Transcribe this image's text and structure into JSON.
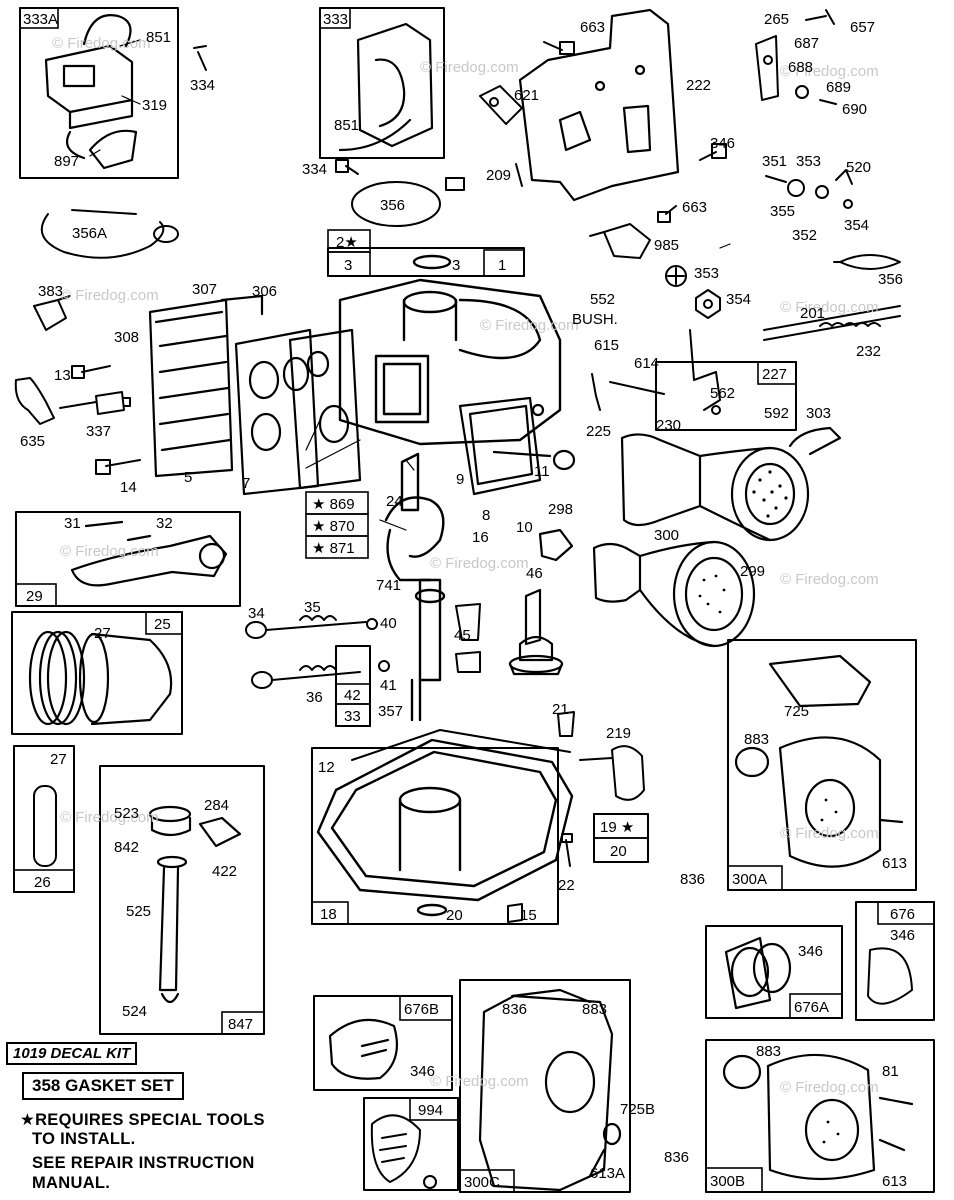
{
  "watermark": "© Firedog.com",
  "boxes": [
    {
      "id": "box-333a",
      "label": "333A"
    },
    {
      "id": "box-333",
      "label": "333"
    },
    {
      "id": "box-1",
      "label": "1"
    },
    {
      "id": "box-2",
      "label": "2★"
    },
    {
      "id": "box-3",
      "label": "3"
    },
    {
      "id": "box-227",
      "label": "227"
    },
    {
      "id": "box-29",
      "label": "29"
    },
    {
      "id": "box-25",
      "label": "25"
    },
    {
      "id": "box-869",
      "label": "★ 869"
    },
    {
      "id": "box-870",
      "label": "★ 870"
    },
    {
      "id": "box-871",
      "label": "★ 871"
    },
    {
      "id": "box-42",
      "label": "42"
    },
    {
      "id": "box-33",
      "label": "33"
    },
    {
      "id": "box-26",
      "label": "26"
    },
    {
      "id": "box-847",
      "label": "847"
    },
    {
      "id": "box-18",
      "label": "18"
    },
    {
      "id": "box-19",
      "label": "19 ★"
    },
    {
      "id": "box-20",
      "label": "20"
    },
    {
      "id": "box-300a",
      "label": "300A"
    },
    {
      "id": "box-676",
      "label": "676"
    },
    {
      "id": "box-676a",
      "label": "676A"
    },
    {
      "id": "box-676b",
      "label": "676B"
    },
    {
      "id": "box-994",
      "label": "994"
    },
    {
      "id": "box-300b",
      "label": "300B"
    },
    {
      "id": "box-300c",
      "label": "300C"
    }
  ],
  "parts": [
    "851",
    "334",
    "319",
    "897",
    "356A",
    "334",
    "851",
    "356",
    "663",
    "621",
    "222",
    "209",
    "265",
    "657",
    "687",
    "688",
    "689",
    "690",
    "346",
    "351",
    "353",
    "520",
    "355",
    "354",
    "352",
    "663",
    "985",
    "356",
    "3",
    "353",
    "354",
    "552",
    "BUSH.",
    "201",
    "232",
    "615",
    "614",
    "562",
    "592",
    "303",
    "225",
    "230",
    "383",
    "307",
    "306",
    "308",
    "13",
    "635",
    "337",
    "14",
    "5",
    "7",
    "9",
    "11",
    "24",
    "8",
    "10",
    "298",
    "16",
    "300",
    "299",
    "31",
    "32",
    "46",
    "741",
    "34",
    "35",
    "40",
    "45",
    "36",
    "41",
    "357",
    "27",
    "21",
    "219",
    "725",
    "883",
    "12",
    "613",
    "27",
    "523",
    "284",
    "842",
    "422",
    "525",
    "836",
    "22",
    "15",
    "20",
    "346",
    "524",
    "346",
    "836",
    "883",
    "725B",
    "613A",
    "836",
    "883",
    "81",
    "613",
    "346"
  ],
  "decal_kit": "1019 DECAL KIT",
  "gasket_set": "358  GASKET SET",
  "notes": [
    "★REQUIRES SPECIAL TOOLS",
    "TO INSTALL.",
    "SEE REPAIR INSTRUCTION",
    "MANUAL."
  ]
}
